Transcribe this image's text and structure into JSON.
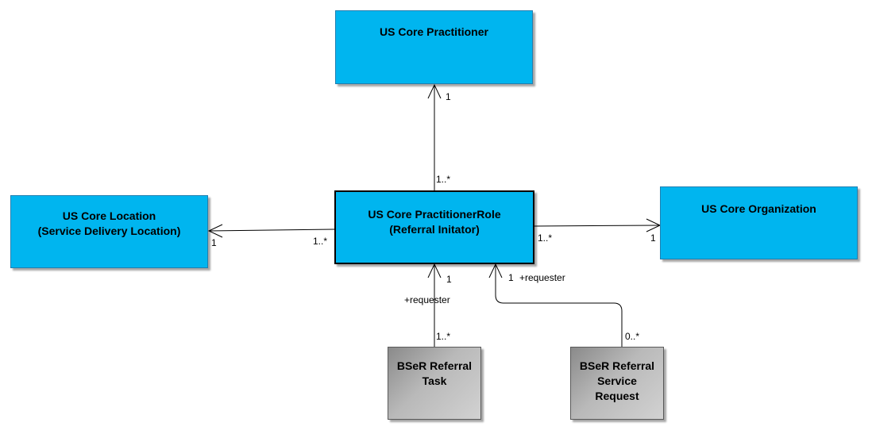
{
  "classes": {
    "practitioner": {
      "line1": "US Core Practitioner"
    },
    "location": {
      "line1": "US Core Location",
      "line2": "(Service Delivery Location)"
    },
    "role": {
      "line1": "US Core PractitionerRole",
      "line2": "(Referral Initator)"
    },
    "organization": {
      "line1": "US Core Organization"
    },
    "task": {
      "line1": "BSeR Referral",
      "line2": "Task"
    },
    "service_request": {
      "line1": "BSeR Referral",
      "line2": "Service",
      "line3": "Request"
    }
  },
  "associations": {
    "role_practitioner": {
      "source_mult": "1..*",
      "target_mult": "1"
    },
    "role_location": {
      "source_mult": "1..*",
      "target_mult": "1"
    },
    "role_organization": {
      "source_mult": "1..*",
      "target_mult": "1"
    },
    "task_role": {
      "source_mult": "1..*",
      "target_mult": "1",
      "role_name": "+requester"
    },
    "service_request_role": {
      "source_mult": "0..*",
      "target_mult": "1",
      "role_name": "+requester"
    }
  },
  "colors": {
    "class_fill": "#00b5ef",
    "external_fill": "#b9b9b9",
    "line": "#000000"
  }
}
